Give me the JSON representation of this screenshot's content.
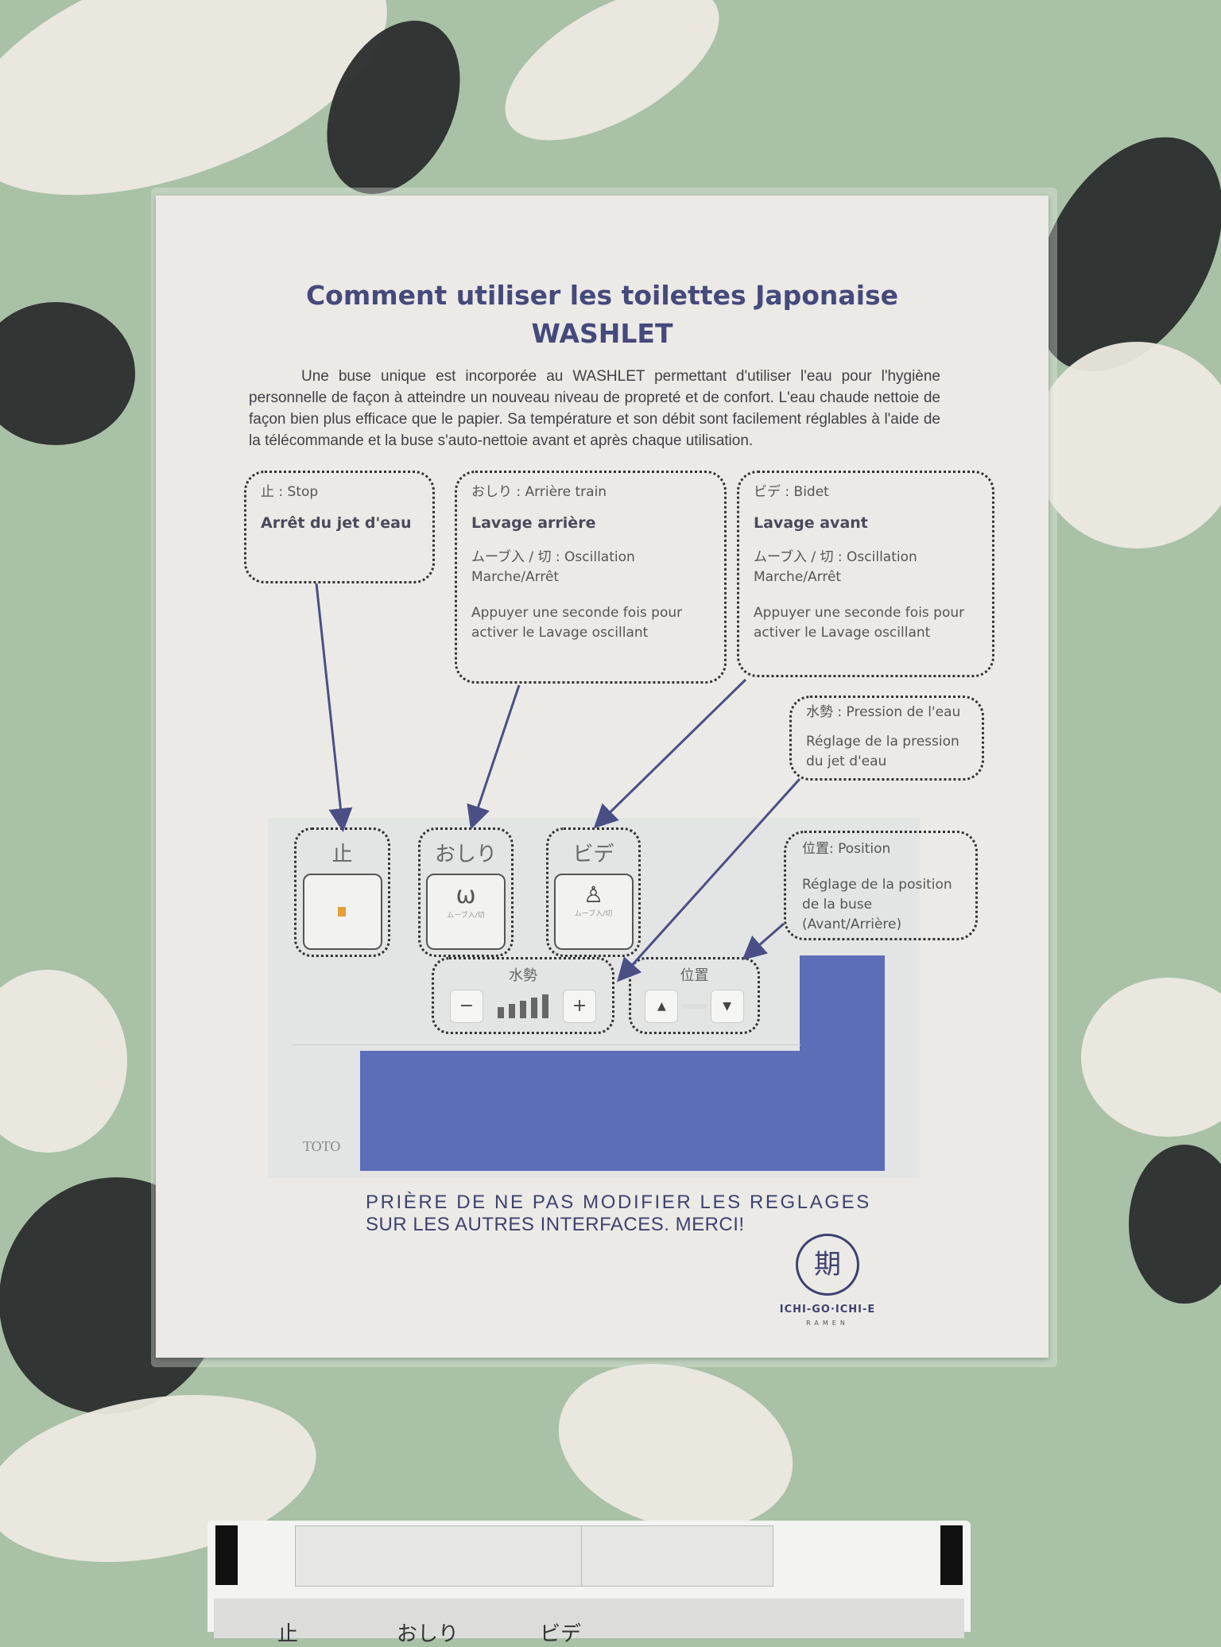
{
  "sign": {
    "title": "Comment utiliser les toilettes Japonaise",
    "subtitle": "WASHLET",
    "intro": "Une buse unique est incorporée au WASHLET permettant d'utiliser l'eau pour l'hygiène personnelle de façon à atteindre un nouveau niveau de propreté et de confort. L'eau chaude nettoie de façon bien plus efficace que le papier. Sa température et son débit sont facilement réglables à l'aide de la télécommande et la buse s'auto-nettoie avant et après chaque utilisation.",
    "callouts": {
      "stop": {
        "heading": "止 : Stop",
        "bold": "Arrêt du jet d'eau"
      },
      "oshiri": {
        "heading": "おしり : Arrière train",
        "bold": "Lavage arrière",
        "oscillation": "ムーブ入 / 切 : Oscillation Marche/Arrêt",
        "note": "Appuyer une seconde fois pour activer le Lavage oscillant"
      },
      "bidet": {
        "heading": "ビデ : Bidet",
        "bold": "Lavage avant",
        "oscillation": "ムーブ入 / 切 : Oscillation Marche/Arrêt",
        "note": "Appuyer une seconde fois pour activer le Lavage oscillant"
      },
      "pressure": {
        "heading": "水勢 : Pression de l'eau",
        "text": "Réglage de la pression du jet d'eau"
      },
      "position": {
        "heading": "位置: Position",
        "text": "Réglage de la position de la buse (Avant/Arrière)"
      }
    },
    "panel": {
      "stop_label": "止",
      "oshiri_label": "おしり",
      "bidet_label": "ビデ",
      "move_label": "ムーブ入/切",
      "pressure_label": "水勢",
      "minus": "−",
      "plus": "+",
      "position_label": "位置",
      "up": "▲",
      "down": "▼",
      "brand": "TOTO",
      "pressure_level": 5,
      "pressure_max": 5
    },
    "footer": [
      "PRIÈRE DE NE PAS MODIFIER LES REGLAGES",
      "SUR LES AUTRES INTERFACES. MERCI!"
    ],
    "logo": {
      "name": "ICHI-GO·ICHI-E",
      "sub": "RAMEN"
    }
  },
  "device": {
    "labels": [
      "止",
      "おしり",
      "ビデ"
    ]
  },
  "colors": {
    "wall": "#a9c1a6",
    "ink": "#3d4170",
    "blue_overlay": "#5b6eb7",
    "stop_led": "#e3a03a"
  }
}
